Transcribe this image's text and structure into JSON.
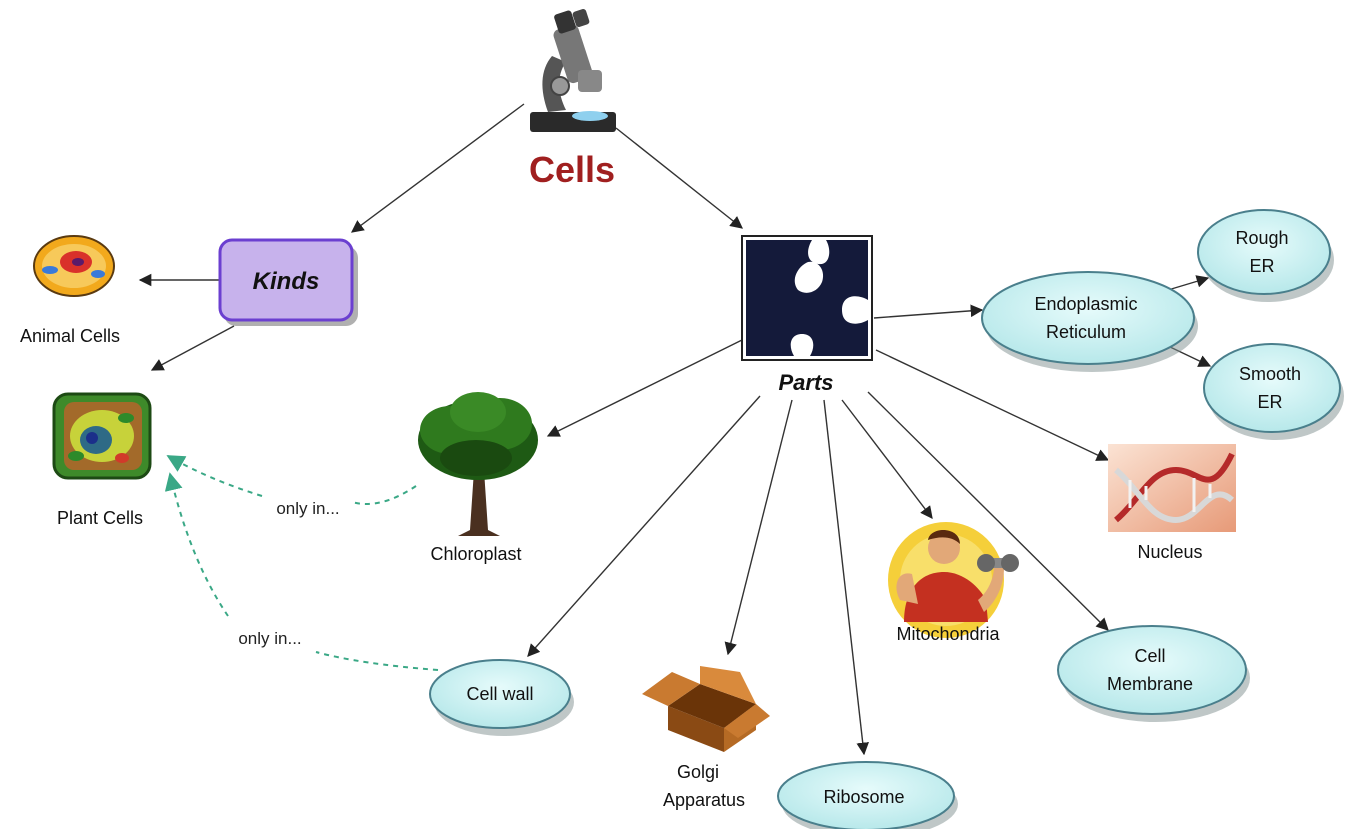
{
  "title": "Cells",
  "kinds": {
    "label": "Kinds",
    "animal_cells": "Animal Cells",
    "plant_cells": "Plant Cells"
  },
  "parts": {
    "label": "Parts",
    "chloroplast": "Chloroplast",
    "cell_wall": "Cell wall",
    "golgi": [
      "Golgi",
      "Apparatus"
    ],
    "ribosome": "Ribosome",
    "mitochondria": "Mitochondria",
    "cell_membrane": [
      "Cell",
      "Membrane"
    ],
    "nucleus": "Nucleus",
    "endoplasmic_reticulum": [
      "Endoplasmic",
      "Reticulum"
    ],
    "rough_er": [
      "Rough",
      "ER"
    ],
    "smooth_er": [
      "Smooth",
      "ER"
    ]
  },
  "links": {
    "only_in_1": "only in...",
    "only_in_2": "only in..."
  },
  "colors": {
    "title": "#a01f1f",
    "kinds_fill": "#c7b2ec",
    "kinds_border": "#6b3fd0",
    "ellipse_fill": "#c7f0f0",
    "ellipse_border": "#4a7f8c",
    "dashed_link": "#3aa886",
    "arrow": "#333333",
    "puzzle": "#141a3a"
  },
  "icons": {
    "title_icon": "microscope-icon",
    "parts_icon": "puzzle-icon",
    "animal_icon": "animal-cell-icon",
    "plant_icon": "plant-cell-icon",
    "chloroplast_icon": "tree-icon",
    "golgi_icon": "box-icon",
    "mitochondria_icon": "weightlifter-icon",
    "nucleus_icon": "dna-icon"
  }
}
